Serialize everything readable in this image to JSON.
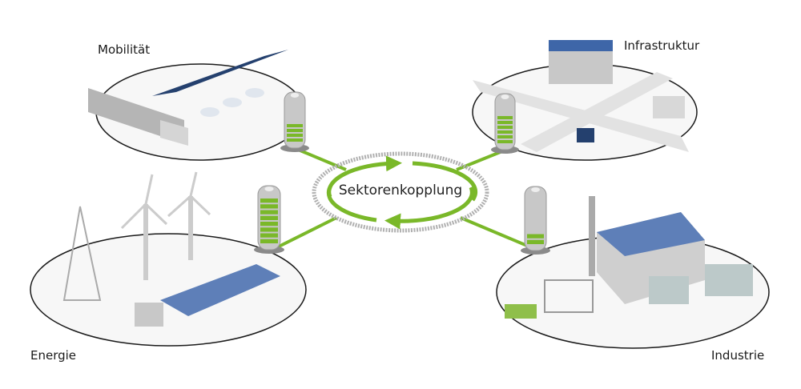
{
  "center": {
    "label": "Sektorenkopplung"
  },
  "sectors": [
    {
      "id": "mobilitaet",
      "label": "Mobilität",
      "battery_level": 0.5
    },
    {
      "id": "infrastruktur",
      "label": "Infrastruktur",
      "battery_level": 0.75
    },
    {
      "id": "energie",
      "label": "Energie",
      "battery_level": 1.0
    },
    {
      "id": "industrie",
      "label": "Industrie",
      "battery_level": 0.25
    }
  ],
  "colors": {
    "accent": "#7ab829",
    "outline": "#1a1a1a",
    "battery": "#c8c8c8",
    "binary": "#b0b0b0"
  }
}
